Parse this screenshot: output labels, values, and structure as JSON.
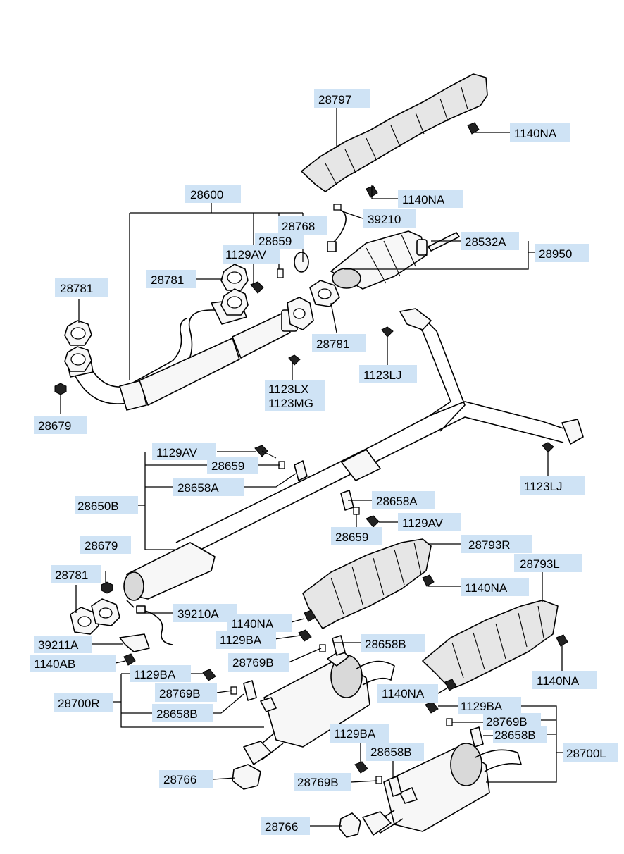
{
  "labels": {
    "l28797": "28797",
    "l1140NA_a": "1140NA",
    "l1140NA_b": "1140NA",
    "l28600": "28600",
    "l39210": "39210",
    "l28768": "28768",
    "l28659_a": "28659",
    "l28532A": "28532A",
    "l28950": "28950",
    "l1129AV_a": "1129AV",
    "l28781_a": "28781",
    "l28781_b": "28781",
    "l28781_c": "28781",
    "l1123LX": "1123LX",
    "l1123MG": "1123MG",
    "l1123LJ_a": "1123LJ",
    "l28679_a": "28679",
    "l1129AV_b": "1129AV",
    "l28659_b": "28659",
    "l28658A_a": "28658A",
    "l1123LJ_b": "1123LJ",
    "l28650B": "28650B",
    "l28658A_b": "28658A",
    "l1129AV_c": "1129AV",
    "l28659_c": "28659",
    "l28793R": "28793R",
    "l28679_b": "28679",
    "l28793L": "28793L",
    "l28781_d": "28781",
    "l1140NA_c": "1140NA",
    "l39210A": "39210A",
    "l1140NA_d": "1140NA",
    "l1129BA_a": "1129BA",
    "l28658B_a": "28658B",
    "l39211A": "39211A",
    "l1140NA_e": "1140NA",
    "l28769B_a": "28769B",
    "l1140AB": "1140AB",
    "l1129BA_b": "1129BA",
    "l28769B_b": "28769B",
    "l28700R": "28700R",
    "l28658B_b": "28658B",
    "l1140NA_f": "1140NA",
    "l1129BA_c": "1129BA",
    "l28769B_c": "28769B",
    "l28658B_c": "28658B",
    "l28700L": "28700L",
    "l1129BA_d": "1129BA",
    "l28658B_d": "28658B",
    "l28766_a": "28766",
    "l28769B_d": "28769B",
    "l28766_b": "28766"
  }
}
